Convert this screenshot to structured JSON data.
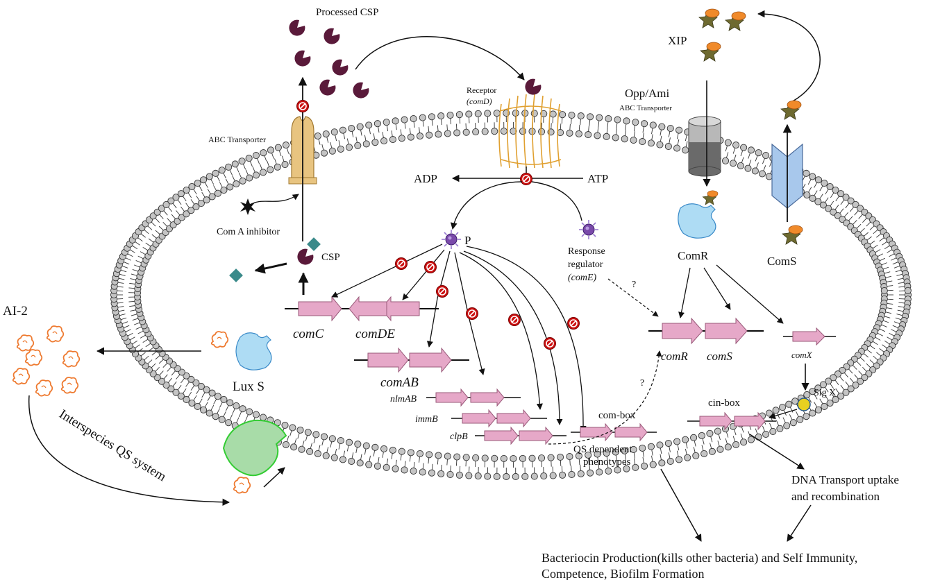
{
  "labels": {
    "processed_csp": "Processed CSP",
    "receptor": "Receptor",
    "receptor_gene": "(comD)",
    "xip": "XIP",
    "opp_ami": "Opp/Ami",
    "abc_transporter_right": "ABC Transporter",
    "abc_transporter_left": "ABC Transporter",
    "adp": "ADP",
    "atp": "ATP",
    "com_a_inhibitor": "Com A inhibitor",
    "csp": "CSP",
    "phosphate": "P",
    "response_regulator_1": "Response",
    "response_regulator_2": "regulator",
    "response_regulator_3": "(comE)",
    "comr_protein": "ComR",
    "coms_protein": "ComS",
    "ai2": "AI-2",
    "lux_s": "Lux S",
    "interspecies": "Interspecies QS system",
    "question_1": "?",
    "question_2": "?",
    "sig_x": "Sig X",
    "cin_box": "cin-box",
    "com_box": "com-box",
    "qs_dep_1": "QS dependent",
    "qs_dep_2": "phenotypes",
    "dna_1": "DNA Transport uptake",
    "dna_2": "and recombination",
    "bottom_1": "Bacteriocin Production(kills other bacteria) and Self Immunity,",
    "bottom_2": "Competence, Biofilm Formation"
  },
  "genes": {
    "comC": "comC",
    "comDE": "comDE",
    "comAB": "comAB",
    "nlmAB": "nlmAB",
    "immB": "immB",
    "clpB": "clpB",
    "comR": "comR",
    "comS": "comS",
    "comX": "comX"
  },
  "colors": {
    "membrane_head": "#c4c4c4",
    "gene_arrow": "#e6a8c8",
    "gene_arrow_stroke": "#9a5a7a",
    "csp": "#5a1a3a",
    "inhibit": "#cc1111",
    "receptor": "#f0b040",
    "abc_left": "#e8c480",
    "comr_protein": "#aedcf4",
    "luxs_protein": "#aedcf4",
    "coms_transporter": "#a8c8ec",
    "xip_star": "#6e6a30",
    "xip_cap": "#f08a2a",
    "ai2": "#ee7a30",
    "green_protein": "#a8dca8",
    "sigx": "#e8d020",
    "teal_diamond": "#3a8a8a"
  }
}
